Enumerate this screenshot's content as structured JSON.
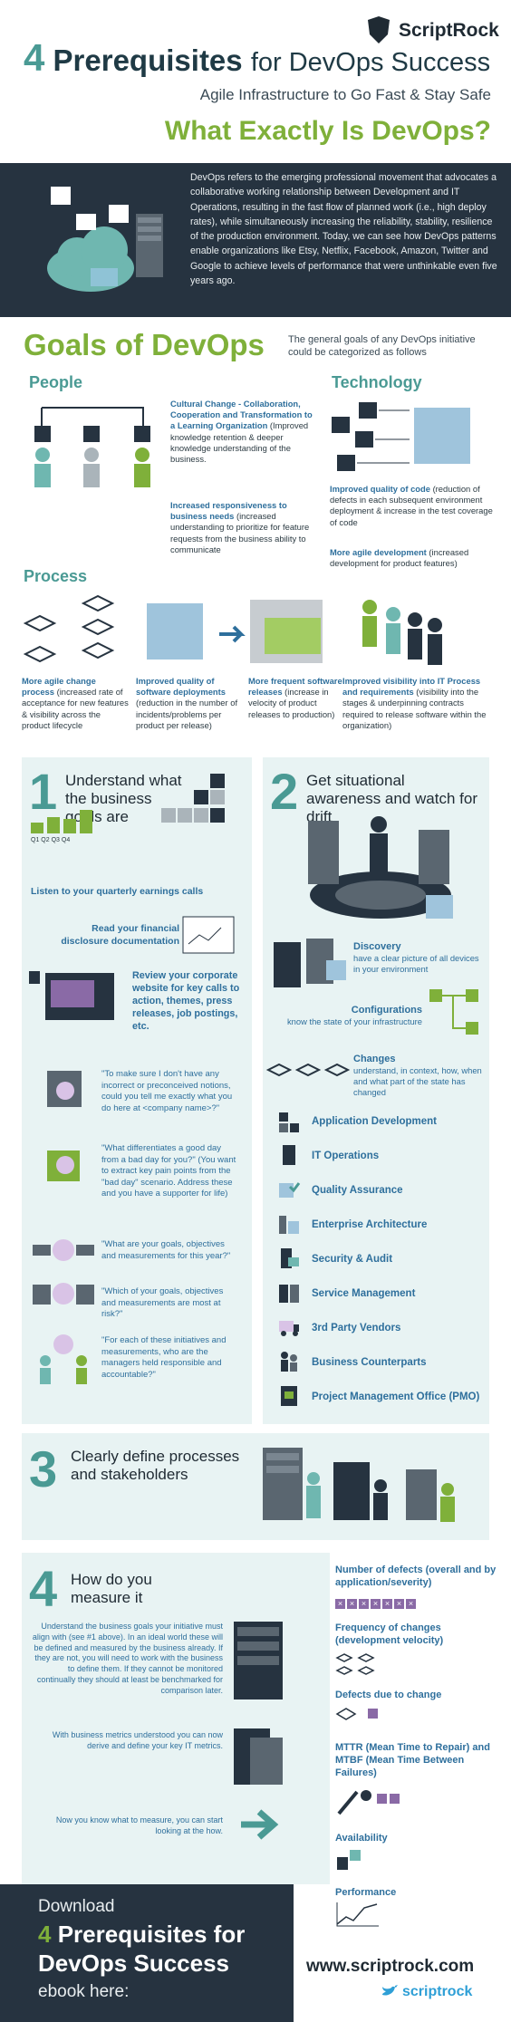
{
  "brand": {
    "name": "ScriptRock"
  },
  "header": {
    "num": "4",
    "title_bold": "Prerequisites",
    "title_rest": "for DevOps Success",
    "subtitle": "Agile Infrastructure to Go Fast & Stay Safe",
    "question": "What Exactly Is DevOps?"
  },
  "intro": {
    "text": "DevOps refers to the emerging professional movement that advocates a collaborative working relationship between Development and IT Operations, resulting in the fast flow of planned work (i.e., high deploy rates), while simultaneously increasing the reliability, stability, resilience of the production environment. Today, we can see how DevOps patterns enable organizations like Etsy, Netflix, Facebook, Amazon, Twitter and Google to achieve levels of performance that were unthinkable even five years ago."
  },
  "goals": {
    "title": "Goals of DevOps",
    "desc": "The general goals of any DevOps initiative could be categorized as follows",
    "people": {
      "heading": "People",
      "b1_title": "Cultural Change - Collaboration, Cooperation and Transformation to a Learning Organization",
      "b1_text": "(Improved knowledge retention & deeper knowledge understanding of the business.",
      "b2_title": "Increased responsiveness to business needs",
      "b2_text": "(increased understanding to prioritize for feature requests from the business ability to communicate"
    },
    "technology": {
      "heading": "Technology",
      "b1_title": "Improved quality of code",
      "b1_text": "(reduction of defects in each subsequent environment deployment & increase in the test coverage of code",
      "b2_title": "More agile development",
      "b2_text": "(increased development for product features)"
    },
    "process": {
      "heading": "Process",
      "items": [
        {
          "title": "More agile change process",
          "text": "(increased rate of acceptance for new features & visibility across the product lifecycle"
        },
        {
          "title": "Improved quality of software deployments",
          "text": "(reduction in the number of incidents/problems per product per release)"
        },
        {
          "title": "More frequent software releases",
          "text": "(increase in velocity of product releases to production)"
        },
        {
          "title": "Improved visibility into IT Process and requirements",
          "text": "(visibility into the stages & underpinning contracts required to release software within the organization)"
        }
      ]
    }
  },
  "step1": {
    "num": "1",
    "title": "Understand what the business goals are",
    "chart_labels": [
      "Q1",
      "Q2",
      "Q3",
      "Q4"
    ],
    "cta1": "Listen to your quarterly earnings calls",
    "cta2": "Read your financial disclosure documentation",
    "cta3": "Review your corporate website for key calls to action, themes, press releases, job postings, etc.",
    "q1": "\"To make sure I don't have any incorrect or preconceived notions, could you tell me exactly what you do here at <company name>?\"",
    "q2": "\"What differentiates a good day from a bad day for you?\" (You want to extract key pain points from the \"bad day\" scenario. Address these and you have a supporter for life)",
    "q3": "\"What are your goals, objectives and measurements for this year?\"",
    "q4": "\"Which of your goals, objectives and measurements are most at risk?\"",
    "q5": "\"For each of these initiatives and measurements, who are the managers held responsible and accountable?\""
  },
  "step2": {
    "num": "2",
    "title": "Get situational awareness and watch for drift",
    "discovery_title": "Discovery",
    "discovery_text": "have a clear picture of all devices in your environment",
    "config_title": "Configurations",
    "config_text": "know the state of your infrastructure",
    "changes_title": "Changes",
    "changes_text": "understand, in context, how, when and what part of the state has changed",
    "teams": [
      "Application Development",
      "IT Operations",
      "Quality Assurance",
      "Enterprise Architecture",
      "Security & Audit",
      "Service Management",
      "3rd Party Vendors",
      "Business Counterparts",
      "Project Management Office (PMO)"
    ]
  },
  "step3": {
    "num": "3",
    "title": "Clearly define processes and stakeholders"
  },
  "step4": {
    "num": "4",
    "title": "How do you measure it",
    "p1": "Understand the business goals your initiative must align with (see #1 above). In an ideal world these will be defined and measured by the business already. If they are not, you will need to work with the business to define them. If they cannot be monitored continually they should at least be benchmarked for comparison later.",
    "p2": "With business metrics understood you can now derive and define your key IT metrics.",
    "p3": "Now you know what to measure, you can start looking at the how.",
    "metrics": [
      "Number of defects (overall and by application/severity)",
      "Frequency of changes (development velocity)",
      "Defects due to change",
      "MTTR (Mean Time to Repair) and MTBF (Mean Time Between Failures)",
      "Availability",
      "Performance"
    ]
  },
  "footer": {
    "line1": "Download",
    "line2": "4 Prerequisites for",
    "line3": "DevOps Success",
    "line4": "ebook here:",
    "url": "www.scriptrock.com",
    "handle": "scriptrock"
  },
  "colors": {
    "teal": "#4a9a94",
    "green": "#7fb03a",
    "navy": "#263340",
    "blue": "#2e6f9c",
    "panel": "#e8f3f3",
    "purple": "#8a6aa6"
  }
}
